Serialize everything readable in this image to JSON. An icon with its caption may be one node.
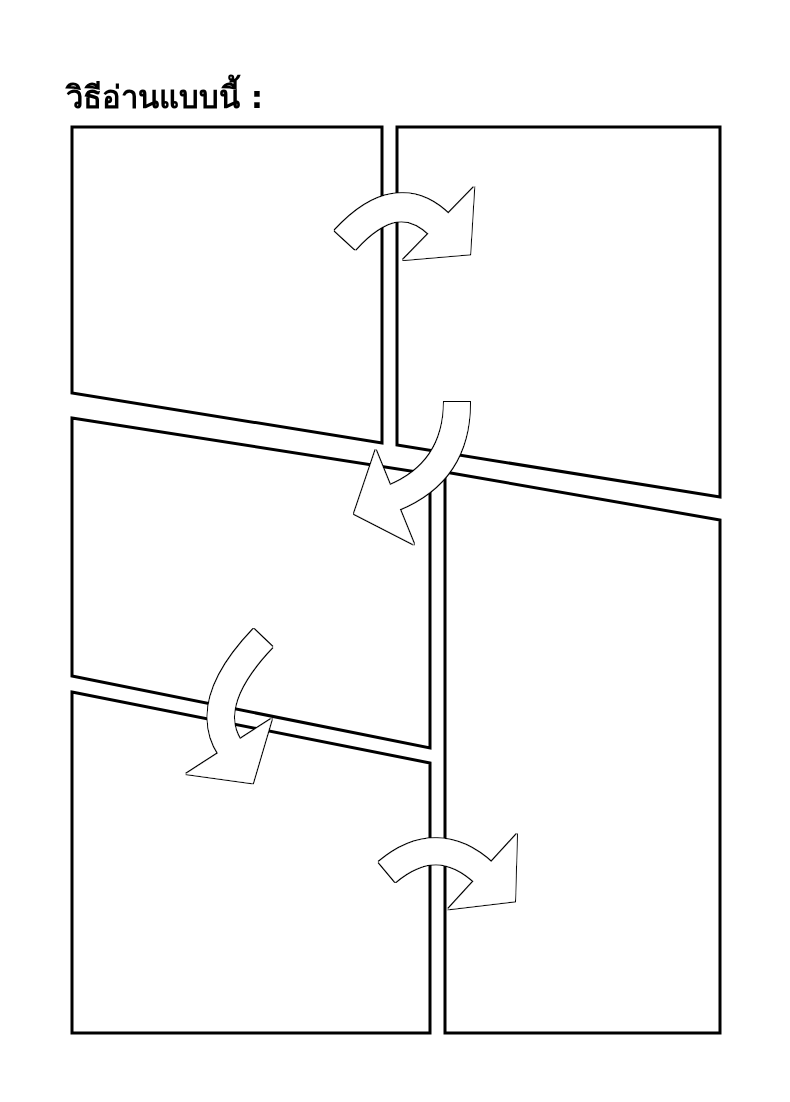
{
  "diagram": {
    "title": "วิธีอ่านแบบนี้ :",
    "nodes": [
      {
        "text": [],
        "shape": "box"
      },
      {
        "text": [],
        "shape": "box"
      },
      {
        "text": [],
        "shape": "box"
      },
      {
        "text": [],
        "shape": "box"
      },
      {
        "text": [],
        "shape": "box"
      }
    ],
    "edges": [
      {
        "from": 0,
        "to": 1,
        "arrow": "to"
      },
      {
        "from": 1,
        "to": 2,
        "arrow": "to"
      },
      {
        "from": 2,
        "to": 4,
        "arrow": "to"
      },
      {
        "from": 4,
        "to": 3,
        "arrow": "to"
      }
    ]
  }
}
